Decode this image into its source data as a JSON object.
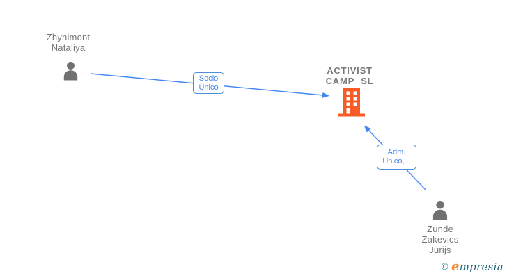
{
  "nodes": {
    "shareholder": {
      "icon": "person-icon",
      "name_line1": "Zhyhimont",
      "name_line2": "Nataliya"
    },
    "company": {
      "icon": "building-icon",
      "name_line1": "ACTIVIST",
      "name_line2": "CAMP SL"
    },
    "administrator": {
      "icon": "person-icon",
      "name_line1": "Zunde",
      "name_line2": "Zakevics",
      "name_line3": "Jurijs"
    }
  },
  "edges": {
    "shareholder_to_company": {
      "label_line1": "Socio",
      "label_line2": "Único"
    },
    "administrator_to_company": {
      "label_line1": "Adm.",
      "label_line2": "Unico,..."
    }
  },
  "footer": {
    "copyright_symbol": "©",
    "brand_initial": "e",
    "brand_rest": "mpresia"
  },
  "colors": {
    "edge_blue": "#4285f4",
    "label_border_blue": "#4a90d9",
    "node_text_gray": "#757575",
    "person_icon_gray": "#717171",
    "building_orange": "#f85b25",
    "brand_teal": "#1f6376",
    "brand_orange": "#ee8a2e"
  }
}
